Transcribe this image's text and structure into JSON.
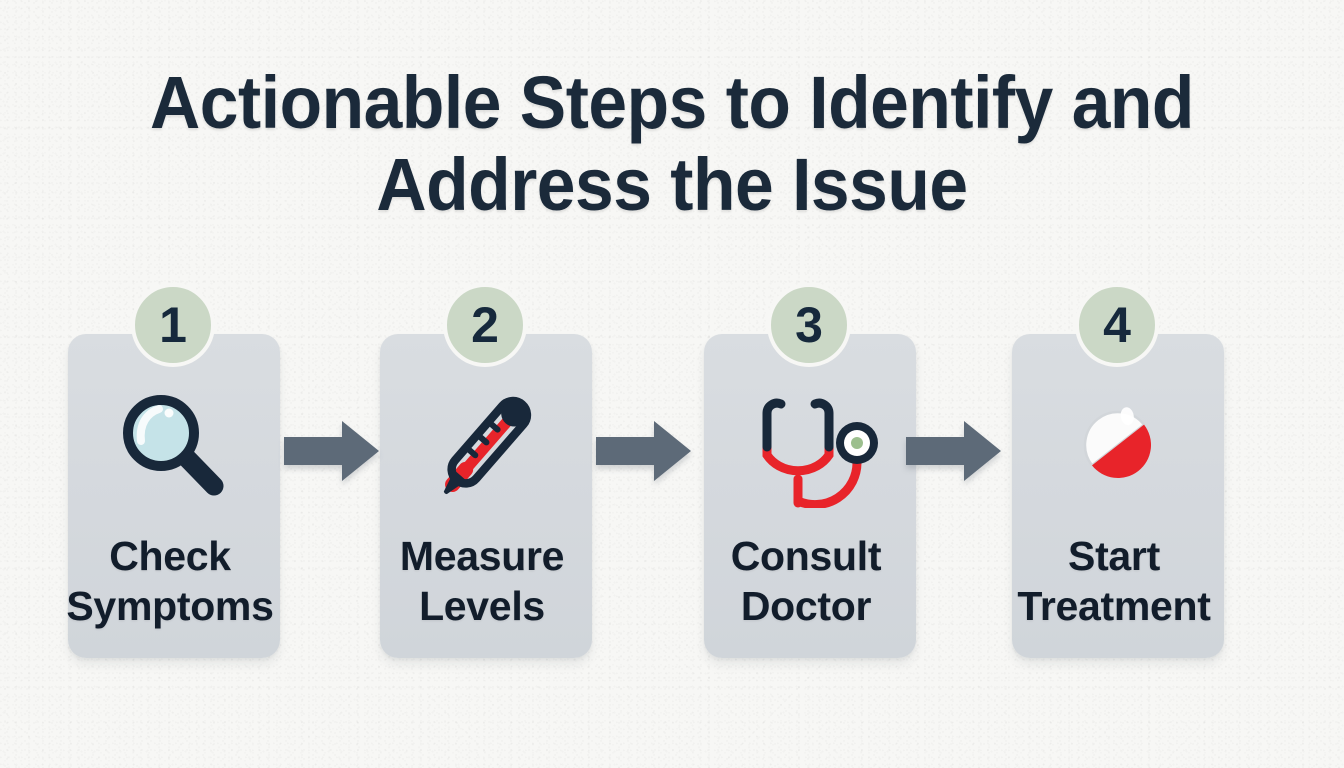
{
  "page": {
    "background_color": "#f7f7f5",
    "title": "Actionable Steps to Identify and\nAddress the Issue",
    "title_color": "#1b2a3a"
  },
  "theme": {
    "card_fill": "#d5d9de",
    "badge_fill": "#cbd8c6",
    "badge_ring": "#f7f7f5",
    "number_color": "#16293c",
    "label_color": "#121d2b",
    "arrow_color": "#5d6a78",
    "accent_red": "#e8242a",
    "navy": "#18283a",
    "lens_blue": "#c5e3e8",
    "chest_green": "#9cbf8e"
  },
  "steps": [
    {
      "number": "1",
      "icon": "magnifying-glass-icon",
      "label": "Check\nSymptoms"
    },
    {
      "number": "2",
      "icon": "thermometer-icon",
      "label": "Measure\nLevels"
    },
    {
      "number": "3",
      "icon": "stethoscope-icon",
      "label": "Consult\nDoctor"
    },
    {
      "number": "4",
      "icon": "pill-capsule-icon",
      "label": "Start\nTreatment"
    }
  ],
  "connectors": [
    {
      "name": "arrow-step1-to-step2",
      "direction": "right"
    },
    {
      "name": "arrow-step2-to-step3",
      "direction": "right"
    },
    {
      "name": "arrow-step3-to-step4",
      "direction": "right"
    }
  ]
}
